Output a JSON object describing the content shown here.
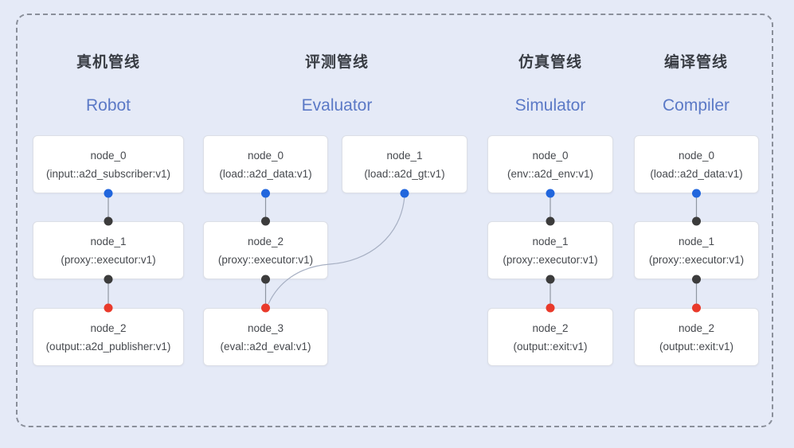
{
  "colors": {
    "background": "#e5eaf7",
    "frame_border": "#8a8f9a",
    "box_bg": "#ffffff",
    "box_border": "#dcdfe6",
    "title_text": "#393d44",
    "subtitle_text": "#5b79c6",
    "node_text": "#46494e",
    "edge_line": "#8f96a2",
    "edge_curve": "#a7b0c3",
    "port_blue": "#2166dd",
    "port_dark": "#3c3c3c",
    "port_red": "#e93a2b"
  },
  "pipelines": [
    {
      "title_cn": "真机管线",
      "title_en": "Robot",
      "nodes": [
        {
          "name": "node_0",
          "type": "(input::a2d_subscriber:v1)"
        },
        {
          "name": "node_1",
          "type": "(proxy::executor:v1)"
        },
        {
          "name": "node_2",
          "type": "(output::a2d_publisher:v1)"
        }
      ]
    },
    {
      "title_cn": "评测管线",
      "title_en": "Evaluator",
      "nodes": [
        {
          "name": "node_0",
          "type": "(load::a2d_data:v1)"
        },
        {
          "name": "node_1",
          "type": "(load::a2d_gt:v1)"
        },
        {
          "name": "node_2",
          "type": "(proxy::executor:v1)"
        },
        {
          "name": "node_3",
          "type": "(eval::a2d_eval:v1)"
        }
      ]
    },
    {
      "title_cn": "仿真管线",
      "title_en": "Simulator",
      "nodes": [
        {
          "name": "node_0",
          "type": "(env::a2d_env:v1)"
        },
        {
          "name": "node_1",
          "type": "(proxy::executor:v1)"
        },
        {
          "name": "node_2",
          "type": "(output::exit:v1)"
        }
      ]
    },
    {
      "title_cn": "编译管线",
      "title_en": "Compiler",
      "nodes": [
        {
          "name": "node_0",
          "type": "(load::a2d_data:v1)"
        },
        {
          "name": "node_1",
          "type": "(proxy::executor:v1)"
        },
        {
          "name": "node_2",
          "type": "(output::exit:v1)"
        }
      ]
    }
  ]
}
